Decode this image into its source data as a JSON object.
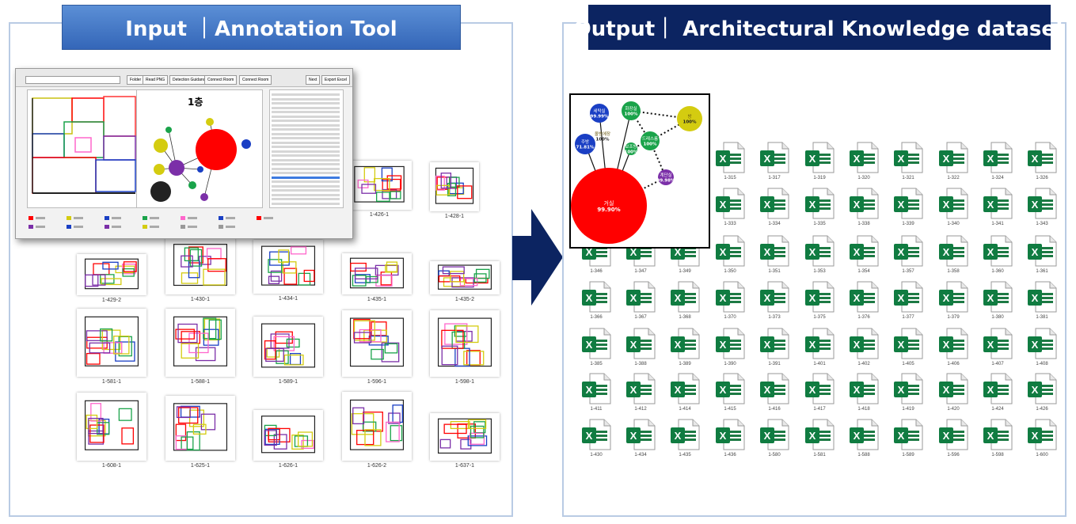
{
  "input": {
    "title": "Input  ｜Annotation Tool",
    "tool": {
      "buttons": [
        "Folder",
        "Read PNG",
        "Detection Guidance",
        "Connect Room",
        "Connect Room",
        "Next",
        "Export Excel"
      ],
      "floor_label": "1층",
      "colors": {
        "red": "#ff0000",
        "yellow": "#d4cc10",
        "purple": "#7b2fa8",
        "blue": "#1a3fc4",
        "green": "#1aa34a",
        "black": "#222222"
      }
    },
    "thumbnails": [
      {
        "id": "1-426-1"
      },
      {
        "id": "1-428-1"
      },
      {
        "id": "1-429-2"
      },
      {
        "id": "1-430-1"
      },
      {
        "id": "1-434-1"
      },
      {
        "id": "1-435-1"
      },
      {
        "id": "1-435-2"
      },
      {
        "id": "1-581-1"
      },
      {
        "id": "1-588-1"
      },
      {
        "id": "1-589-1"
      },
      {
        "id": "1-596-1"
      },
      {
        "id": "1-598-1"
      },
      {
        "id": "1-608-1"
      },
      {
        "id": "1-625-1"
      },
      {
        "id": "1-626-1"
      },
      {
        "id": "1-626-2"
      },
      {
        "id": "1-637-1"
      }
    ]
  },
  "output": {
    "title": "Output｜  Architectural Knowledge dataset",
    "graph_nodes": [
      {
        "label": "거실",
        "pct": "99.90%",
        "color": "#ff0000"
      },
      {
        "label": "주방",
        "pct": "71.81%",
        "color": "#1a3fc4"
      },
      {
        "label": "세탁실",
        "pct": "99.99%",
        "color": "#1a3fc4"
      },
      {
        "label": "화장실",
        "pct": "100%",
        "color": "#1aa34a"
      },
      {
        "label": "방",
        "pct": "100%",
        "color": "#d4cc10"
      },
      {
        "label": "드레스룸",
        "pct": "100%",
        "color": "#1aa34a"
      },
      {
        "label": "보조방",
        "pct": "100%",
        "color": "#1aa34a"
      },
      {
        "label": "계단실",
        "pct": "99.98%",
        "color": "#7b2fa8"
      },
      {
        "label": "올방에장",
        "pct": "100%",
        "color": "#d4cc10"
      }
    ],
    "files": [
      "1-315",
      "1-317",
      "1-319",
      "1-320",
      "1-321",
      "1-322",
      "1-324",
      "1-326",
      "1-333",
      "1-334",
      "1-335",
      "1-338",
      "1-339",
      "1-340",
      "1-341",
      "1-343",
      "1-346",
      "1-347",
      "1-349",
      "1-350",
      "1-351",
      "1-353",
      "1-354",
      "1-357",
      "1-358",
      "1-360",
      "1-361",
      "1-366",
      "1-367",
      "1-368",
      "1-370",
      "1-373",
      "1-375",
      "1-376",
      "1-377",
      "1-379",
      "1-380",
      "1-381",
      "1-385",
      "1-388",
      "1-389",
      "1-390",
      "1-391",
      "1-401",
      "1-402",
      "1-405",
      "1-406",
      "1-407",
      "1-408",
      "1-411",
      "1-412",
      "1-414",
      "1-415",
      "1-416",
      "1-417",
      "1-418",
      "1-419",
      "1-420",
      "1-424",
      "1-426",
      "1-430",
      "1-434",
      "1-435",
      "1-436",
      "1-580",
      "1-581",
      "1-588",
      "1-589",
      "1-596",
      "1-598",
      "1-600"
    ]
  },
  "arrow_color": "#0c2461"
}
